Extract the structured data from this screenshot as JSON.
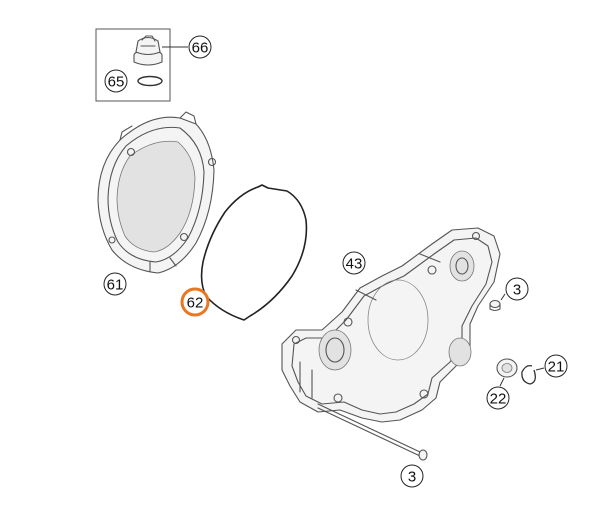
{
  "diagram": {
    "highlight_color": "#e87722",
    "callouts": {
      "c66": "66",
      "c65": "65",
      "c61": "61",
      "c62": "62",
      "c43": "43",
      "c3a": "3",
      "c3b": "3",
      "c21": "21",
      "c22": "22"
    },
    "highlighted": "62",
    "parts": [
      "filler-plug-icon",
      "o-ring-icon",
      "clutch-cover-icon",
      "gasket-icon",
      "inner-clutch-cover-icon",
      "screw-icon",
      "sealing-ring-icon",
      "circlip-icon",
      "dowel-icon"
    ]
  }
}
